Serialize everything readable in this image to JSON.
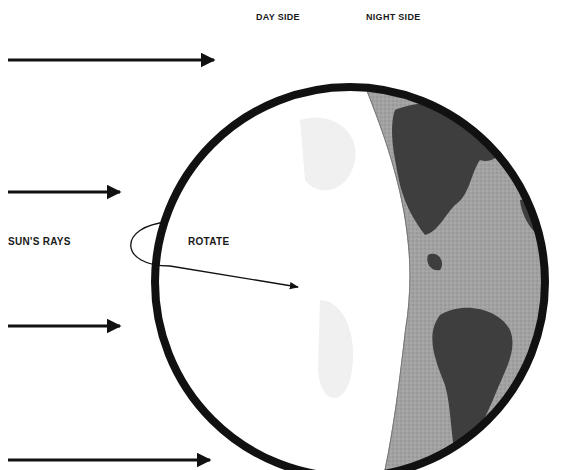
{
  "diagram": {
    "labels": [
      "DAY SIDE",
      "NIGHT SIDE",
      "SUN'S RAYS",
      "ROTATE"
    ]
  }
}
